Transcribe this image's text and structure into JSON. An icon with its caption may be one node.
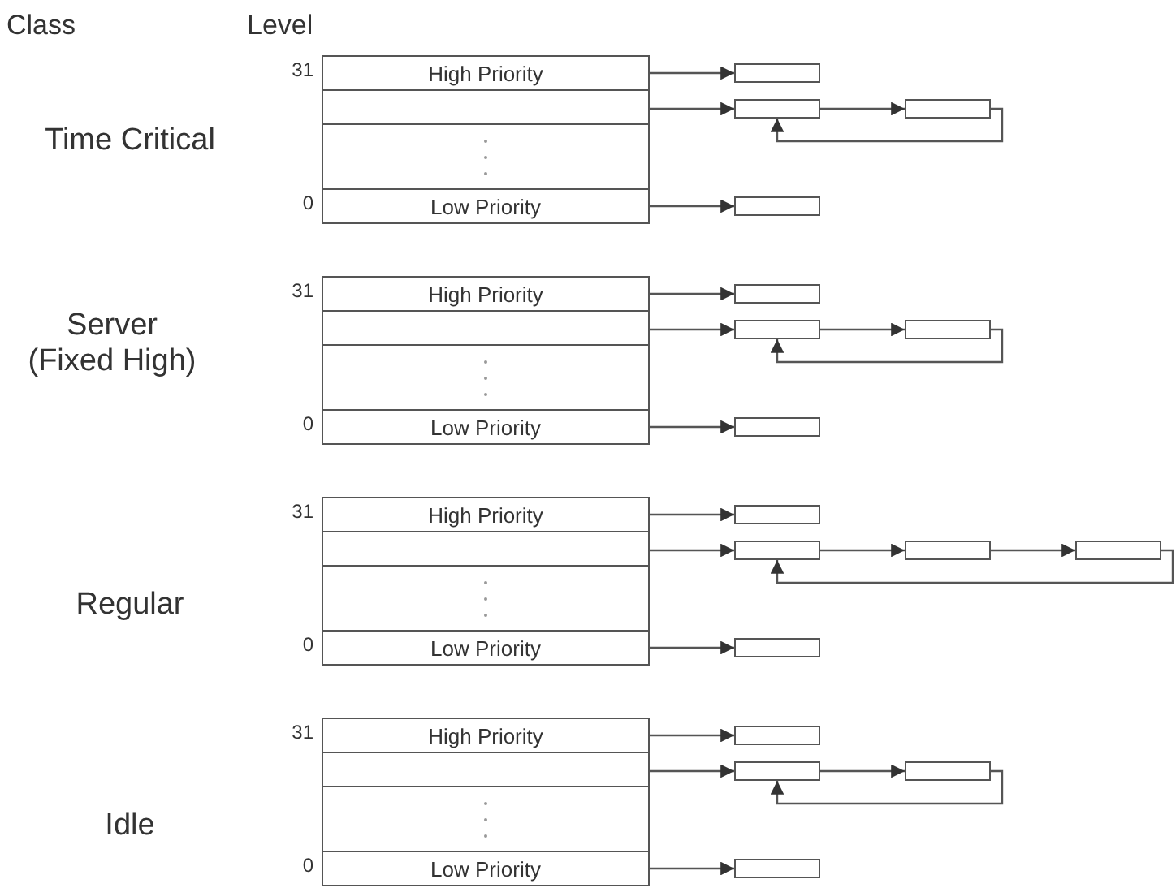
{
  "diagram": {
    "nodes": [
      {
        "text": [
          "High Priority"
        ]
      },
      {
        "text": [],
        "shape": "box"
      },
      {
        "text": [],
        "shape": "box"
      },
      {
        "text": [],
        "shape": "box"
      },
      {
        "text": [],
        "shape": "box"
      },
      {
        "text": [],
        "shape": "box"
      },
      {
        "text": [
          "Low Priority"
        ]
      },
      {
        "text": [],
        "shape": "box"
      },
      {
        "text": [
          "High Priority"
        ]
      },
      {
        "text": [],
        "shape": "box"
      },
      {
        "text": [],
        "shape": "box"
      },
      {
        "text": [],
        "shape": "box"
      },
      {
        "text": [],
        "shape": "box"
      },
      {
        "text": [],
        "shape": "box"
      },
      {
        "text": [
          "Low Priority"
        ]
      },
      {
        "text": [],
        "shape": "box"
      },
      {
        "text": [
          "High Priority"
        ]
      },
      {
        "text": [],
        "shape": "box"
      },
      {
        "text": [],
        "shape": "box"
      },
      {
        "text": [],
        "shape": "box"
      },
      {
        "text": [],
        "shape": "box"
      },
      {
        "text": [],
        "shape": "box"
      },
      {
        "text": [],
        "shape": "box"
      },
      {
        "text": [
          "Low Priority"
        ]
      },
      {
        "text": [],
        "shape": "box"
      },
      {
        "text": [
          "High Priority"
        ]
      },
      {
        "text": [],
        "shape": "box"
      },
      {
        "text": [],
        "shape": "box"
      },
      {
        "text": [],
        "shape": "box"
      },
      {
        "text": [],
        "shape": "box"
      },
      {
        "text": [],
        "shape": "box"
      },
      {
        "text": [
          "Low Priority"
        ]
      },
      {
        "text": [],
        "shape": "box"
      }
    ],
    "edges": [
      {
        "from": 0,
        "to": 1,
        "arrow": "to"
      },
      {
        "from": 2,
        "to": 3,
        "arrow": "to"
      },
      {
        "from": 3,
        "to": 4,
        "arrow": "to"
      },
      {
        "from": 4,
        "to": 3,
        "arrow": "to"
      },
      {
        "from": 6,
        "to": 7,
        "arrow": "to"
      },
      {
        "from": 8,
        "to": 9,
        "arrow": "to"
      },
      {
        "from": 10,
        "to": 11,
        "arrow": "to"
      },
      {
        "from": 11,
        "to": 12,
        "arrow": "to"
      },
      {
        "from": 12,
        "to": 11,
        "arrow": "to"
      },
      {
        "from": 14,
        "to": 15,
        "arrow": "to"
      },
      {
        "from": 16,
        "to": 17,
        "arrow": "to"
      },
      {
        "from": 18,
        "to": 19,
        "arrow": "to"
      },
      {
        "from": 19,
        "to": 20,
        "arrow": "to"
      },
      {
        "from": 20,
        "to": 21,
        "arrow": "to"
      },
      {
        "from": 21,
        "to": 19,
        "arrow": "to"
      },
      {
        "from": 23,
        "to": 24,
        "arrow": "to"
      },
      {
        "from": 25,
        "to": 26,
        "arrow": "to"
      },
      {
        "from": 27,
        "to": 28,
        "arrow": "to"
      },
      {
        "from": 28,
        "to": 29,
        "arrow": "to"
      },
      {
        "from": 29,
        "to": 28,
        "arrow": "to"
      },
      {
        "from": 31,
        "to": 32,
        "arrow": "to"
      }
    ],
    "labels": [
      "Class",
      "Level",
      "31",
      "Time Critical",
      "0",
      "31",
      "Server (Fixed High)",
      "0",
      "31",
      "Regular",
      "0",
      "31",
      "Idle",
      "0"
    ]
  }
}
